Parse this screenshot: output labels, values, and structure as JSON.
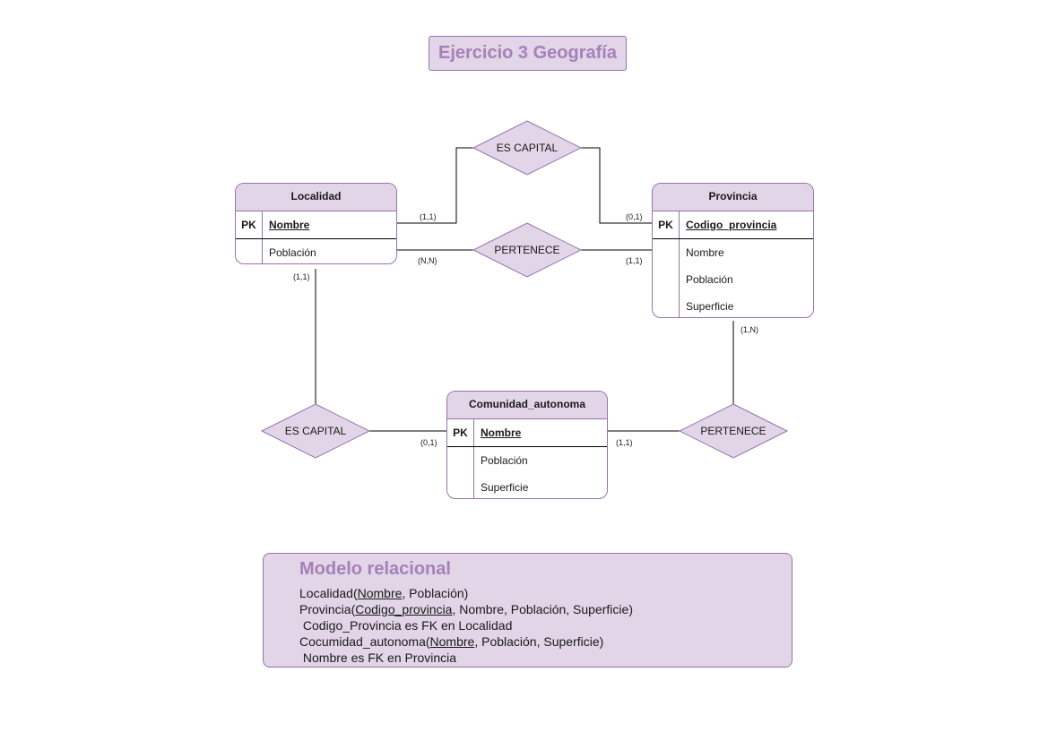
{
  "title": "Ejercicio 3 Geografía",
  "colors": {
    "fill": "#e1d5e7",
    "stroke": "#9673a6",
    "title_text": "#a680b8"
  },
  "entities": {
    "localidad": {
      "name": "Localidad",
      "pk_label": "PK",
      "pk": "Nombre",
      "attributes": [
        "Población"
      ]
    },
    "provincia": {
      "name": "Provincia",
      "pk_label": "PK",
      "pk": "Codigo_provincia",
      "attributes": [
        "Nombre",
        "Población",
        "Superficie"
      ]
    },
    "comunidad": {
      "name": "Comunidad_autonoma",
      "pk_label": "PK",
      "pk": "Nombre",
      "attributes": [
        "Población",
        "Superficie"
      ]
    }
  },
  "relationships": {
    "es_capital_top": "ES CAPITAL",
    "pertenece_top": "PERTENECE",
    "es_capital_bottom": "ES CAPITAL",
    "pertenece_bottom": "PERTENECE"
  },
  "cardinalities": {
    "localidad_es_capital": "(1,1)",
    "provincia_es_capital": "(0,1)",
    "localidad_pertenece": "(N,N)",
    "provincia_pertenece": "(1,1)",
    "localidad_es_capital_bottom": "(1,1)",
    "comunidad_es_capital": "(0,1)",
    "comunidad_pertenece": "(1,1)",
    "provincia_pertenece_bottom": "(1,N)"
  },
  "relational_model": {
    "title": "Modelo relacional",
    "line1": {
      "prefix": "Localidad(",
      "key": "Nombre",
      "rest": ", Población)"
    },
    "line2": {
      "prefix": "Provincia(",
      "key": "Codigo_provincia",
      "rest": ", Nombre, Población, Superficie)"
    },
    "line3": " Codigo_Provincia es FK en Localidad",
    "line4": {
      "prefix": "Cocumidad_autonoma(",
      "key": "Nombre",
      "rest": ", Población, Superficie)"
    },
    "line5": " Nombre es FK en Provincia"
  }
}
